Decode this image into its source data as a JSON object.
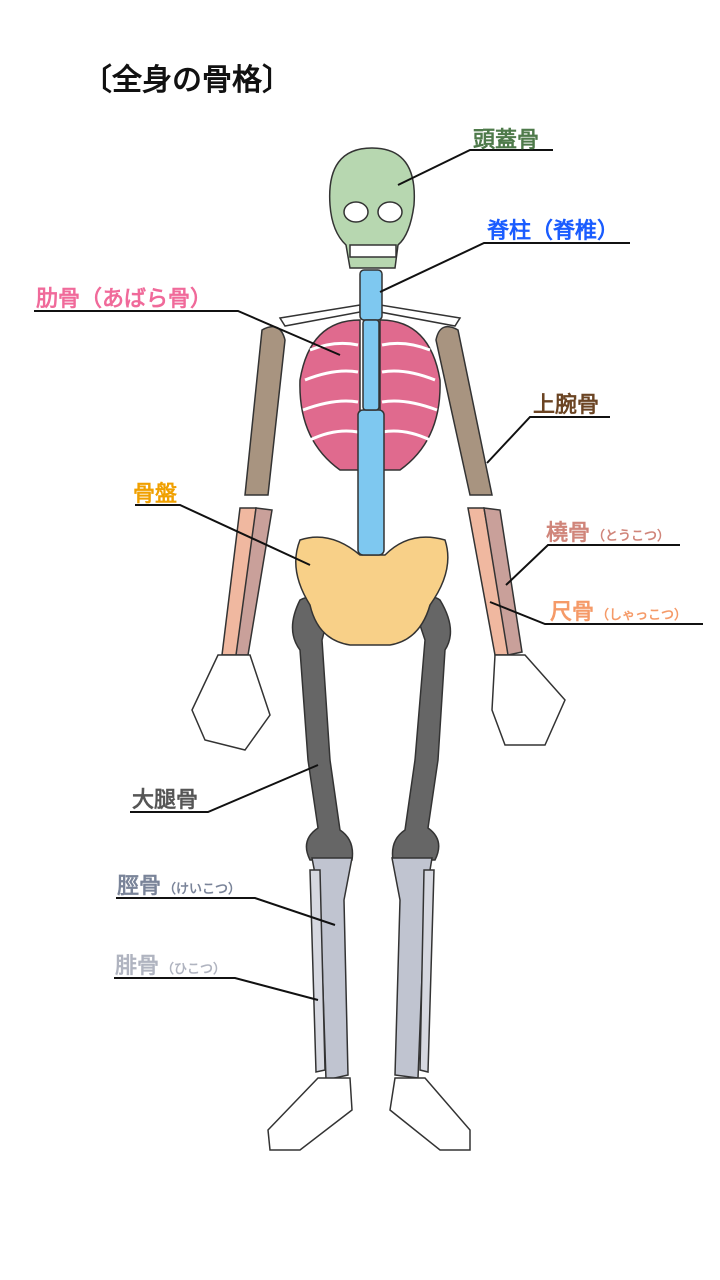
{
  "title": "〔全身の骨格〕",
  "labels": {
    "skull": {
      "text": "頭蓋骨",
      "color": "#4e7a4a"
    },
    "spine": {
      "text": "脊柱（脊椎）",
      "color": "#1a5cff"
    },
    "ribs": {
      "text": "肋骨（あばら骨）",
      "color": "#f06a9a"
    },
    "humerus": {
      "text": "上腕骨",
      "color": "#6b4423"
    },
    "pelvis": {
      "text": "骨盤",
      "color": "#f0a000"
    },
    "radius": {
      "text": "橈骨",
      "reading": "（とうこつ）",
      "color": "#d0857a"
    },
    "ulna": {
      "text": "尺骨",
      "reading": "（しゃっこつ）",
      "color": "#f59a68"
    },
    "femur": {
      "text": "大腿骨",
      "color": "#555555"
    },
    "tibia": {
      "text": "脛骨",
      "reading": "（けいこつ）",
      "color": "#7a8499"
    },
    "fibula": {
      "text": "腓骨",
      "reading": "（ひこつ）",
      "color": "#b0b4c0"
    }
  }
}
